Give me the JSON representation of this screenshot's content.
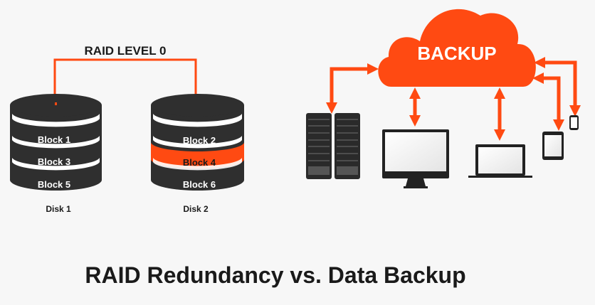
{
  "raid": {
    "title": "RAID LEVEL 0",
    "disks": [
      {
        "label": "Disk 1",
        "blocks": [
          "Block 1",
          "Block 3",
          "Block 5"
        ]
      },
      {
        "label": "Disk 2",
        "blocks": [
          "Block 2",
          "Block 4",
          "Block 6"
        ]
      }
    ],
    "highlighted_block": "Block 4"
  },
  "backup": {
    "cloud_label": "BACKUP",
    "devices": [
      "server-rack",
      "desktop-monitor",
      "laptop",
      "tablet",
      "smartphone"
    ]
  },
  "main_title": "RAID Redundancy vs. Data Backup",
  "colors": {
    "accent": "#ff4a12",
    "dark": "#2f2f2f",
    "background": "#f7f7f7",
    "text": "#1a1a1a"
  }
}
